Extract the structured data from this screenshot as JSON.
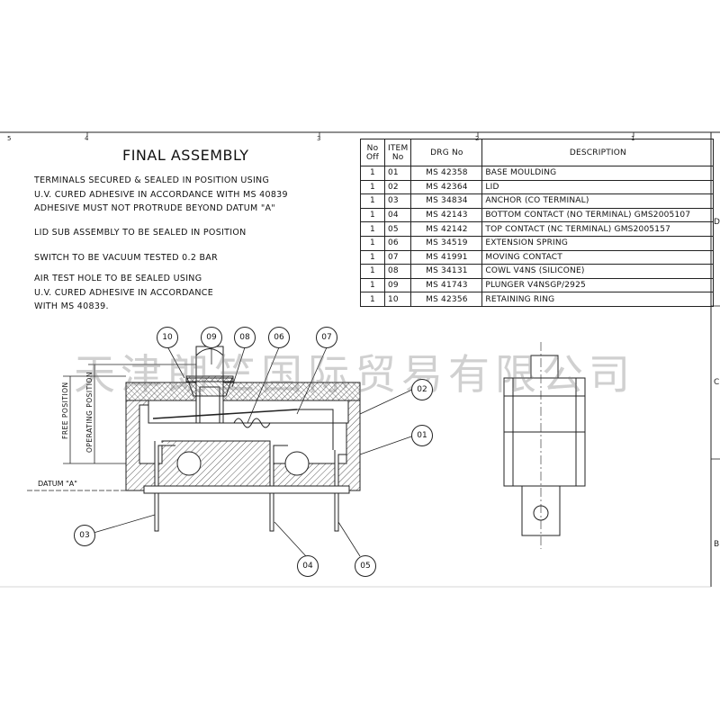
{
  "title": "FINAL ASSEMBLY",
  "zone_markers": [
    "5",
    "4",
    "3",
    "2",
    "1"
  ],
  "edge_markers": [
    "D",
    "C",
    "B"
  ],
  "notes": [
    "TERMINALS SECURED & SEALED IN POSITION USING\nU.V. CURED ADHESIVE IN ACCORDANCE WITH MS 40839\nADHESIVE MUST NOT PROTRUDE BEYOND DATUM \"A\"",
    "LID SUB ASSEMBLY TO BE SEALED IN POSITION",
    "SWITCH TO BE VACUUM TESTED 0.2 BAR",
    "AIR TEST HOLE TO BE SEALED USING\nU.V. CURED ADHESIVE IN ACCORDANCE\nWITH MS 40839."
  ],
  "bom": {
    "headers": {
      "no_off": "No\nOff",
      "item_no": "ITEM\nNo",
      "drg_no": "DRG No",
      "description": "DESCRIPTION"
    },
    "rows": [
      {
        "no_off": "1",
        "item": "01",
        "drg": "MS 42358",
        "desc": "BASE MOULDING"
      },
      {
        "no_off": "1",
        "item": "02",
        "drg": "MS 42364",
        "desc": "LID"
      },
      {
        "no_off": "1",
        "item": "03",
        "drg": "MS 34834",
        "desc": "ANCHOR (CO TERMINAL)"
      },
      {
        "no_off": "1",
        "item": "04",
        "drg": "MS 42143",
        "desc": "BOTTOM CONTACT (NO TERMINAL) GMS2005107"
      },
      {
        "no_off": "1",
        "item": "05",
        "drg": "MS 42142",
        "desc": "TOP CONTACT (NC TERMINAL) GMS2005157"
      },
      {
        "no_off": "1",
        "item": "06",
        "drg": "MS 34519",
        "desc": "EXTENSION SPRING"
      },
      {
        "no_off": "1",
        "item": "07",
        "drg": "MS 41991",
        "desc": "MOVING CONTACT"
      },
      {
        "no_off": "1",
        "item": "08",
        "drg": "MS 34131",
        "desc": "COWL V4NS (SILICONE)"
      },
      {
        "no_off": "1",
        "item": "09",
        "drg": "MS 41743",
        "desc": "PLUNGER V4NSGP/2925"
      },
      {
        "no_off": "1",
        "item": "10",
        "drg": "MS 42356",
        "desc": "RETAINING RING"
      }
    ]
  },
  "balloons": {
    "b10": "10",
    "b09": "09",
    "b08": "08",
    "b06": "06",
    "b07": "07",
    "b02": "02",
    "b01": "01",
    "b03": "03",
    "b04": "04",
    "b05": "05"
  },
  "dimensions": {
    "free_position": "FREE POSITION",
    "operating_position": "OPERATING POSITION",
    "datum": "DATUM \"A\""
  },
  "watermark": "天津朗竺国际贸易有限公司"
}
